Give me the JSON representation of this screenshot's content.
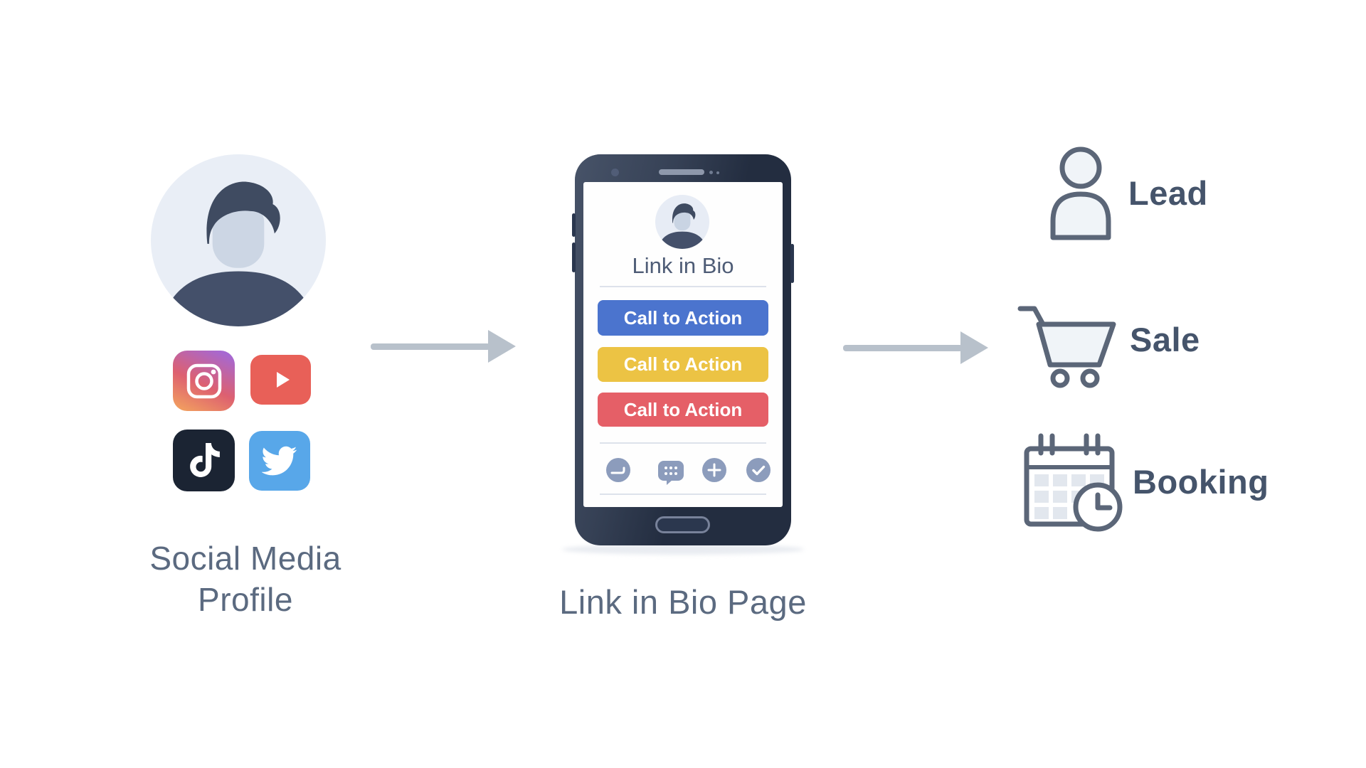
{
  "left": {
    "caption": [
      "Social Media",
      "Profile"
    ],
    "social_icons": [
      {
        "name": "instagram-icon",
        "colors": {
          "top": "#a668d2",
          "mid": "#dd6070",
          "bottom": "#f2a05f"
        }
      },
      {
        "name": "youtube-icon",
        "color": "#e86058"
      },
      {
        "name": "tiktok-icon",
        "color": "#1b2433"
      },
      {
        "name": "twitter-icon",
        "color": "#58a7e9"
      }
    ]
  },
  "phone": {
    "header": "Link in Bio",
    "buttons": [
      {
        "label": "Call to Action",
        "color": "#4b74ce"
      },
      {
        "label": "Call to Action",
        "color": "#ecc344"
      },
      {
        "label": "Call to Action",
        "color": "#e55f67"
      }
    ],
    "footer_icons": [
      "phone-icon",
      "chat-dots-icon",
      "plus-icon",
      "check-icon"
    ],
    "footer_icon_color": "#8c9cbc",
    "caption": "Link in Bio Page"
  },
  "outcomes": [
    {
      "icon": "person-icon",
      "label": "Lead"
    },
    {
      "icon": "cart-icon",
      "label": "Sale"
    },
    {
      "icon": "calendar-clock-icon",
      "label": "Booking"
    }
  ],
  "colors": {
    "arrow": "#b8c1cb",
    "caption_text": "#5b6a80",
    "outcome_text": "#45546b",
    "phone_body": "#232d40",
    "icon_outline": "#5b6678"
  }
}
